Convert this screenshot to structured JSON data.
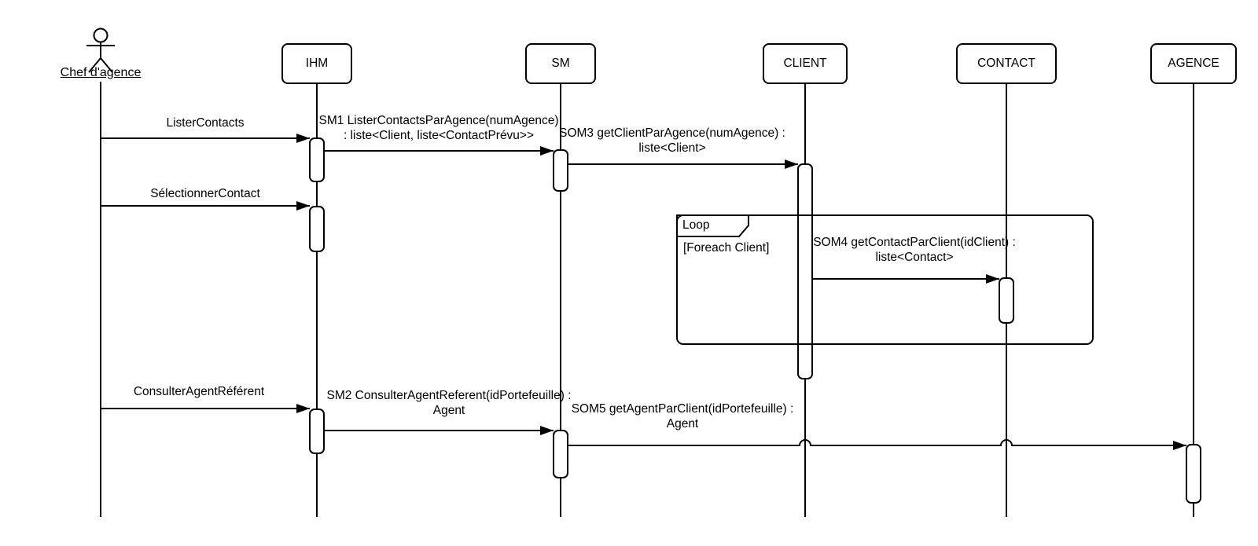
{
  "diagram_type": "uml-sequence-diagram",
  "colors": {
    "line": "#000000",
    "fill": "#ffffff",
    "text": "#000000"
  },
  "actor": {
    "name": "Chef d'agence",
    "icon": "stick-figure-icon"
  },
  "lifelines": [
    {
      "label": "IHM"
    },
    {
      "label": "SM"
    },
    {
      "label": "CLIENT"
    },
    {
      "label": "CONTACT"
    },
    {
      "label": "AGENCE"
    }
  ],
  "messages": [
    {
      "from": "Chef d'agence",
      "to": "IHM",
      "label": "ListerContacts"
    },
    {
      "from": "IHM",
      "to": "SM",
      "label": "SM1 ListerContactsParAgence(numAgence)\n: liste<Client, liste<ContactPrévu>>"
    },
    {
      "from": "SM",
      "to": "CLIENT",
      "label": "SOM3 getClientParAgence(numAgence) :\nliste<Client>"
    },
    {
      "from": "Chef d'agence",
      "to": "IHM",
      "label": "SélectionnerContact"
    },
    {
      "from": "CLIENT",
      "to": "CONTACT",
      "label": "SOM4 getContactParClient(idClient) :\nliste<Contact>"
    },
    {
      "from": "Chef d'agence",
      "to": "IHM",
      "label": "ConsulterAgentRéférent"
    },
    {
      "from": "IHM",
      "to": "SM",
      "label": "SM2 ConsulterAgentReferent(idPortefeuille) :\nAgent"
    },
    {
      "from": "SM",
      "to": "AGENCE",
      "label": "SOM5 getAgentParClient(idPortefeuille) :\nAgent"
    }
  ],
  "fragment": {
    "operator": "Loop",
    "guard": "[Foreach Client]"
  }
}
